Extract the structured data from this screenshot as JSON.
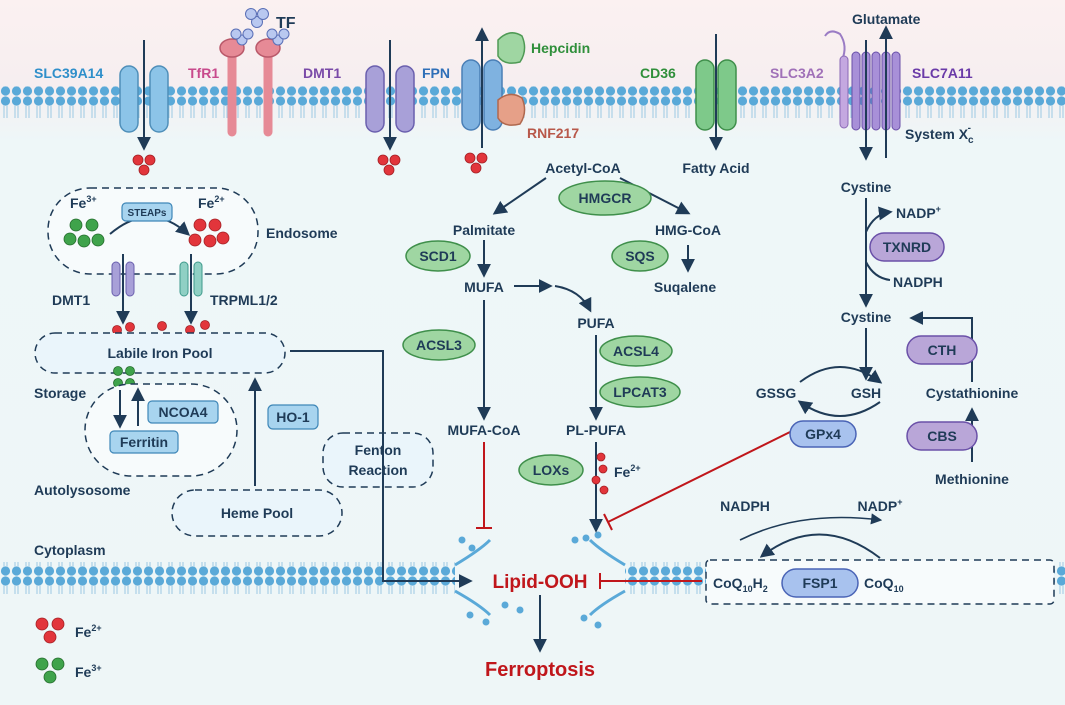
{
  "colors": {
    "arrow": "#1f3b57",
    "inhibit": "#c0161b",
    "protein_green_fill": "#9fd6a2",
    "protein_purple_fill": "#b9a6d8",
    "protein_blue_fill": "#a8d4ef",
    "fe2": "#e2353b",
    "fe3": "#3fa34b",
    "membrane_head": "#5aa9d8",
    "transporter_blue": "#8cc4e8",
    "transporter_pink": "#e68a96",
    "transporter_purple": "#a8a0d8",
    "transporter_green": "#7ec98a"
  },
  "membrane_proteins": {
    "slc39a14": "SLC39A14",
    "tfr1": "TfR1",
    "tf": "TF",
    "dmt1": "DMT1",
    "fpn": "FPN",
    "hepcidin": "Hepcidin",
    "rnf217": "RNF217",
    "cd36": "CD36",
    "slc3a2": "SLC3A2",
    "slc7a11": "SLC7A11",
    "glutamate": "Glutamate",
    "system_xc": "System X",
    "system_xc_sub": "c",
    "system_xc_sup": "-"
  },
  "iron": {
    "endosome": "Endosome",
    "fe3": "Fe",
    "fe3_sup": "3+",
    "fe2": "Fe",
    "fe2_sup": "2+",
    "steaps": "STEAPs",
    "dmt1_endo": "DMT1",
    "trpml": "TRPML1/2",
    "labile_pool": "Labile Iron Pool",
    "storage": "Storage",
    "ncoa4": "NCOA4",
    "ferritin": "Ferritin",
    "autolysosome": "Autolysosome",
    "ho1": "HO-1",
    "heme_pool": "Heme Pool",
    "fenton_1": "Fenton",
    "fenton_2": "Reaction",
    "cytoplasm": "Cytoplasm"
  },
  "lipid": {
    "acetyl_coa": "Acetyl-CoA",
    "fatty_acid": "Fatty Acid",
    "hmgcr": "HMGCR",
    "palmitate": "Palmitate",
    "hmg_coa": "HMG-CoA",
    "scd1": "SCD1",
    "sqs": "SQS",
    "mufa": "MUFA",
    "suqalene": "Suqalene",
    "pufa": "PUFA",
    "acsl3": "ACSL3",
    "acsl4": "ACSL4",
    "lpcat3": "LPCAT3",
    "mufa_coa": "MUFA-CoA",
    "pl_pufa": "PL-PUFA",
    "loxs": "LOXs",
    "fe2": "Fe",
    "fe2_sup": "2+"
  },
  "gsh": {
    "cystine_top": "Cystine",
    "nadp_plus": "NADP",
    "nadp_sup": "+",
    "txnrd": "TXNRD",
    "nadph": "NADPH",
    "cystine_mid": "Cystine",
    "cth": "CTH",
    "gssg": "GSSG",
    "gsh": "GSH",
    "cystathionine": "Cystathionine",
    "gpx4": "GPx4",
    "cbs": "CBS",
    "methionine": "Methionine"
  },
  "fsp1": {
    "nadph": "NADPH",
    "nadp_plus": "NADP",
    "nadp_sup": "+",
    "coq10h2": "CoQ",
    "coq10h2_sub": "10",
    "coq10h2_h": "H",
    "coq10h2_sub2": "2",
    "fsp1": "FSP1",
    "coq10": "CoQ",
    "coq10_sub": "10"
  },
  "outcome": {
    "lipid_ooh": "Lipid-OOH",
    "ferroptosis": "Ferroptosis"
  },
  "legend": {
    "fe2": "Fe",
    "fe2_sup": "2+",
    "fe3": "Fe",
    "fe3_sup": "3+"
  }
}
